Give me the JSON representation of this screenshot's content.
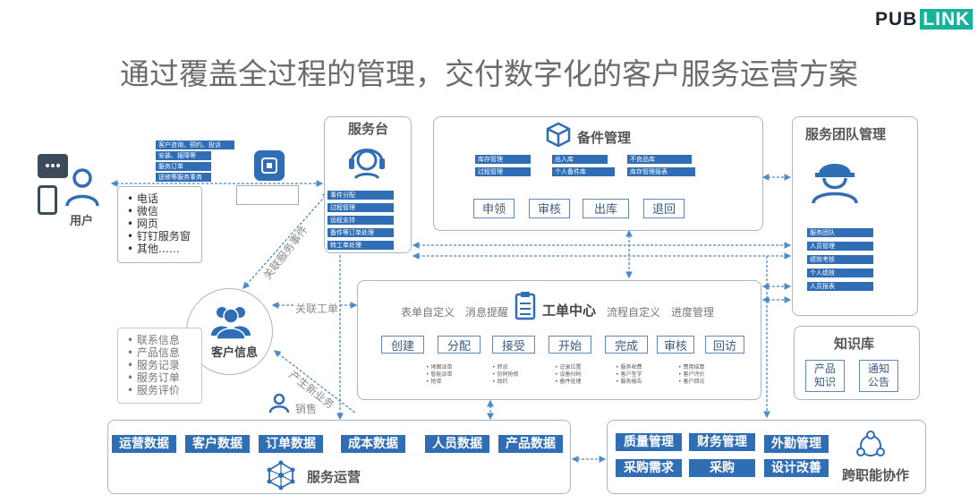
{
  "logo": {
    "pub": "PUB",
    "link": "LINK"
  },
  "title": "通过覆盖全过程的管理，交付数字化的客户服务运营方案",
  "user": {
    "label": "用户",
    "request_tags": [
      "客户咨询、预约、投诉",
      "安装、报障等",
      "服务订单",
      "送修等服务事务"
    ],
    "channels": [
      "电话",
      "微信",
      "网页",
      "钉钉服务窗",
      "其他……"
    ]
  },
  "service_desk": {
    "title": "服务台",
    "items": [
      "事件分配",
      "过程管理",
      "远程支持",
      "备件等订单处理",
      "转工单处理"
    ]
  },
  "spare_parts": {
    "title": "备件管理",
    "tags": [
      "库存管理",
      "出入库",
      "不良品库",
      "过程管理",
      "个人备件库",
      "库存管理报表"
    ],
    "buttons": [
      "申领",
      "审核",
      "出库",
      "退回"
    ]
  },
  "team": {
    "title": "服务团队管理",
    "items": [
      "服务团队",
      "人员管理",
      "绩效考核",
      "个人绩效",
      "人员报表"
    ]
  },
  "work_order": {
    "title": "工单中心",
    "features": [
      "表单自定义",
      "消息提醒",
      "流程自定义",
      "进度管理"
    ],
    "steps": [
      "创建",
      "分配",
      "接受",
      "开始",
      "完成",
      "审核",
      "回访"
    ],
    "details": [
      [
        "地图派单",
        "智能派单",
        "抢单"
      ],
      [
        "转派",
        "协同抢修",
        "改约"
      ],
      [
        "记录位置",
        "设备扫码",
        "备件处理"
      ],
      [
        "服务收费",
        "客户签字",
        "服务报告"
      ],
      [
        "费用结算",
        "客户评价",
        "客户回访"
      ]
    ]
  },
  "customer": {
    "title": "客户信息",
    "items": [
      "联系信息",
      "产品信息",
      "服务记录",
      "服务订单",
      "服务评价"
    ]
  },
  "knowledge": {
    "title": "知识库",
    "items": [
      "产品\n知识",
      "通知\n公告"
    ]
  },
  "operations": {
    "title": "服务运营",
    "items": [
      "运营数据",
      "客户数据",
      "订单数据",
      "成本数据",
      "人员数据",
      "产品数据"
    ]
  },
  "collab": {
    "title": "跨职能协作",
    "items": [
      "质量管理",
      "财务管理",
      "外勤管理",
      "采购需求",
      "采购",
      "设计改善"
    ]
  },
  "links": {
    "related_events": "关联服务事件",
    "related_orders": "关联工单",
    "new_business": "产生新业务",
    "sales": "销售"
  },
  "colors": {
    "accent": "#2f6db5",
    "border": "#a9b6c6",
    "logo_green": "#16b39a",
    "arrow": "#4f8bc9"
  }
}
